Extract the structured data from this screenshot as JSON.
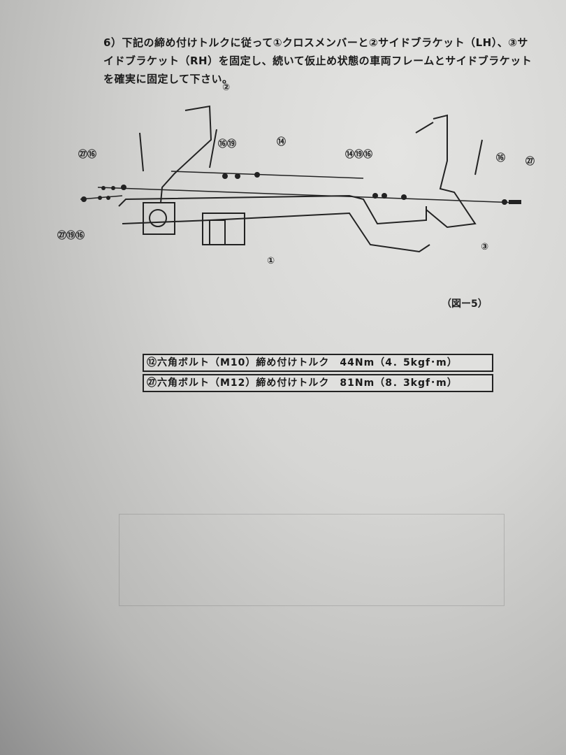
{
  "instruction": {
    "step": "6）",
    "text": "下記の締め付けトルクに従って①クロスメンバーと②サイドブラケット（LH）、③サイドブラケット（RH）を固定し、続いて仮止め状態の車両フレームとサイドブラケットを確実に固定して下さい。"
  },
  "diagram": {
    "callouts": {
      "side_bracket_lh": "②",
      "upper_washers_left": "⑯⑲",
      "upper_bolt_left": "⑭",
      "left_bolt_top": "㉗⑯",
      "left_bolt_bottom": "㉗⑲⑯",
      "cross_member": "①",
      "upper_right": "⑭⑲⑯",
      "right_bolt": "⑯",
      "right_bolt_end": "㉗",
      "side_bracket_rh": "③"
    },
    "figure_label": "（図ー5）"
  },
  "torque_specs": [
    {
      "text": "⑫六角ボルト（M10）締め付けトルク　44Nm（4．5kgf･m）"
    },
    {
      "text": "㉗六角ボルト（M12）締め付けトルク　81Nm（8．3kgf･m）"
    }
  ]
}
